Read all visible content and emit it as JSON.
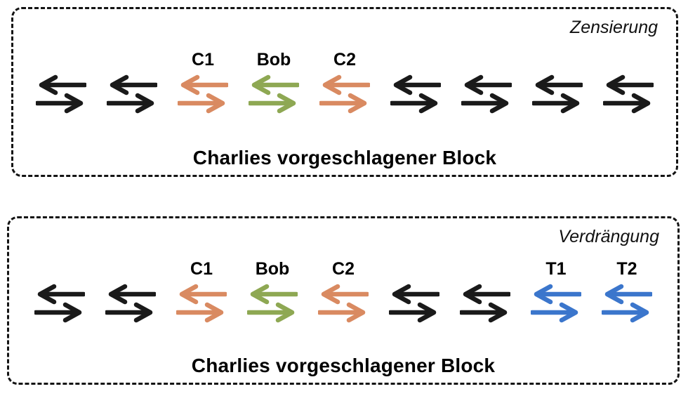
{
  "colors": {
    "black": "#1a1a1a",
    "orange": "#D98A61",
    "green": "#8EA853",
    "blue": "#3B76CC",
    "border": "#141414",
    "text": "#000000",
    "background": "#ffffff"
  },
  "panels": [
    {
      "id": "zensierung",
      "corner_label": "Zensierung",
      "caption": "Charlies vorgeschlagener Block",
      "transactions": [
        {
          "label": "",
          "party": "other",
          "color": "#1a1a1a"
        },
        {
          "label": "",
          "party": "other",
          "color": "#1a1a1a"
        },
        {
          "label": "C1",
          "party": "charlie",
          "color": "#D98A61"
        },
        {
          "label": "Bob",
          "party": "bob",
          "color": "#8EA853"
        },
        {
          "label": "C2",
          "party": "charlie",
          "color": "#D98A61"
        },
        {
          "label": "",
          "party": "other",
          "color": "#1a1a1a"
        },
        {
          "label": "",
          "party": "other",
          "color": "#1a1a1a"
        },
        {
          "label": "",
          "party": "other",
          "color": "#1a1a1a"
        },
        {
          "label": "",
          "party": "other",
          "color": "#1a1a1a"
        }
      ]
    },
    {
      "id": "verdraengung",
      "corner_label": "Verdrängung",
      "caption": "Charlies vorgeschlagener Block",
      "transactions": [
        {
          "label": "",
          "party": "other",
          "color": "#1a1a1a"
        },
        {
          "label": "",
          "party": "other",
          "color": "#1a1a1a"
        },
        {
          "label": "C1",
          "party": "charlie",
          "color": "#D98A61"
        },
        {
          "label": "Bob",
          "party": "bob",
          "color": "#8EA853"
        },
        {
          "label": "C2",
          "party": "charlie",
          "color": "#D98A61"
        },
        {
          "label": "",
          "party": "other",
          "color": "#1a1a1a"
        },
        {
          "label": "",
          "party": "other",
          "color": "#1a1a1a"
        },
        {
          "label": "T1",
          "party": "attacker",
          "color": "#3B76CC"
        },
        {
          "label": "T2",
          "party": "attacker",
          "color": "#3B76CC"
        }
      ]
    }
  ]
}
